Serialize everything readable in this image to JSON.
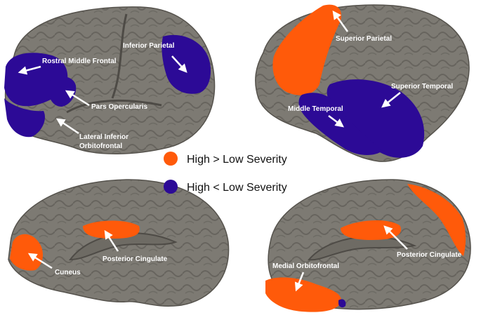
{
  "colors": {
    "cortex": "#7d7a73",
    "cortex_dark": "#55524c",
    "sulcus": "#5e5b55",
    "high_gt_low": "#ff5a0a",
    "high_lt_low": "#2c0a96",
    "label_text": "#ffffff"
  },
  "legend": {
    "high_gt_low": "High > Low Severity",
    "high_lt_low": "High < Low Severity"
  },
  "views": {
    "left_lateral": {
      "regions": [
        {
          "label": "Rostral Middle Frontal",
          "group": "high_lt_low"
        },
        {
          "label": "Inferior Parietal",
          "group": "high_lt_low"
        },
        {
          "label": "Pars Opercularis",
          "group": "high_lt_low"
        },
        {
          "label_lines": [
            "Lateral Inferior",
            "Orbitofrontal"
          ],
          "group": "high_lt_low"
        }
      ]
    },
    "right_lateral": {
      "regions": [
        {
          "label": "Superior Parietal",
          "group": "high_gt_low"
        },
        {
          "label": "Superior Temporal",
          "group": "high_lt_low"
        },
        {
          "label": "Middle Temporal",
          "group": "high_lt_low"
        }
      ]
    },
    "left_medial": {
      "regions": [
        {
          "label": "Posterior Cingulate",
          "group": "high_gt_low"
        },
        {
          "label": "Cuneus",
          "group": "high_gt_low"
        }
      ]
    },
    "right_medial": {
      "regions": [
        {
          "label": "Posterior Cingulate",
          "group": "high_gt_low"
        },
        {
          "label": "Medial Orbitofrontal",
          "group": "high_gt_low"
        }
      ]
    }
  }
}
